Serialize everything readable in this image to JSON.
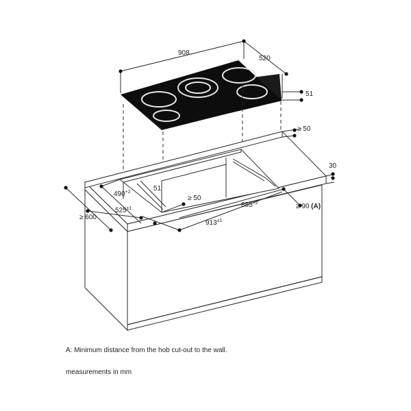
{
  "dimensions": {
    "hob_width": "908",
    "hob_depth": "520",
    "hob_height": "51",
    "rear_clearance": "≥ 50",
    "worktop_thickness": "30",
    "cutout_depth_value": "490",
    "cutout_depth_tol": "+2",
    "cutout_inner_value": "51",
    "front_clearance": "≥ 50",
    "cutout_width_value": "885",
    "cutout_width_tol": "+2",
    "wall_clearance": "≥ 90",
    "wall_clearance_ref": "(A)",
    "worktop_depth": "≥ 600",
    "outer_depth_value": "525",
    "outer_depth_tol": "±1",
    "outer_width_value": "913",
    "outer_width_tol": "±1"
  },
  "notes": {
    "a": "A: Minimum distance from the hob cut-out to the wall.",
    "units": "measurements in mm"
  },
  "colors": {
    "line": "#2a2a2a",
    "hob_top": "#0d0d0d",
    "zone_ring": "#e6e6e6"
  }
}
